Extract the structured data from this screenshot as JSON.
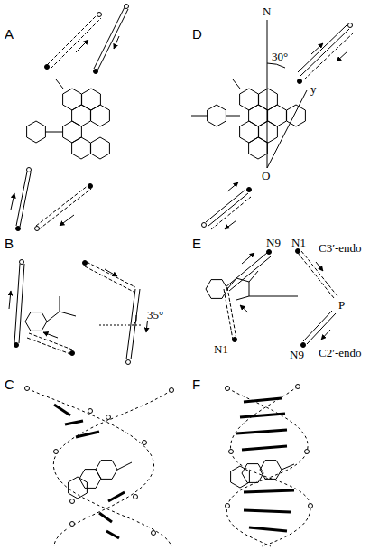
{
  "diagram": {
    "labels": [
      "A",
      "D",
      "N",
      "30°",
      "y",
      "O",
      "B",
      "35°",
      "E",
      "N9",
      "N1",
      "C3′-endo",
      "P",
      "N1",
      "N9",
      "C2′-endo",
      "C",
      "F"
    ]
  }
}
